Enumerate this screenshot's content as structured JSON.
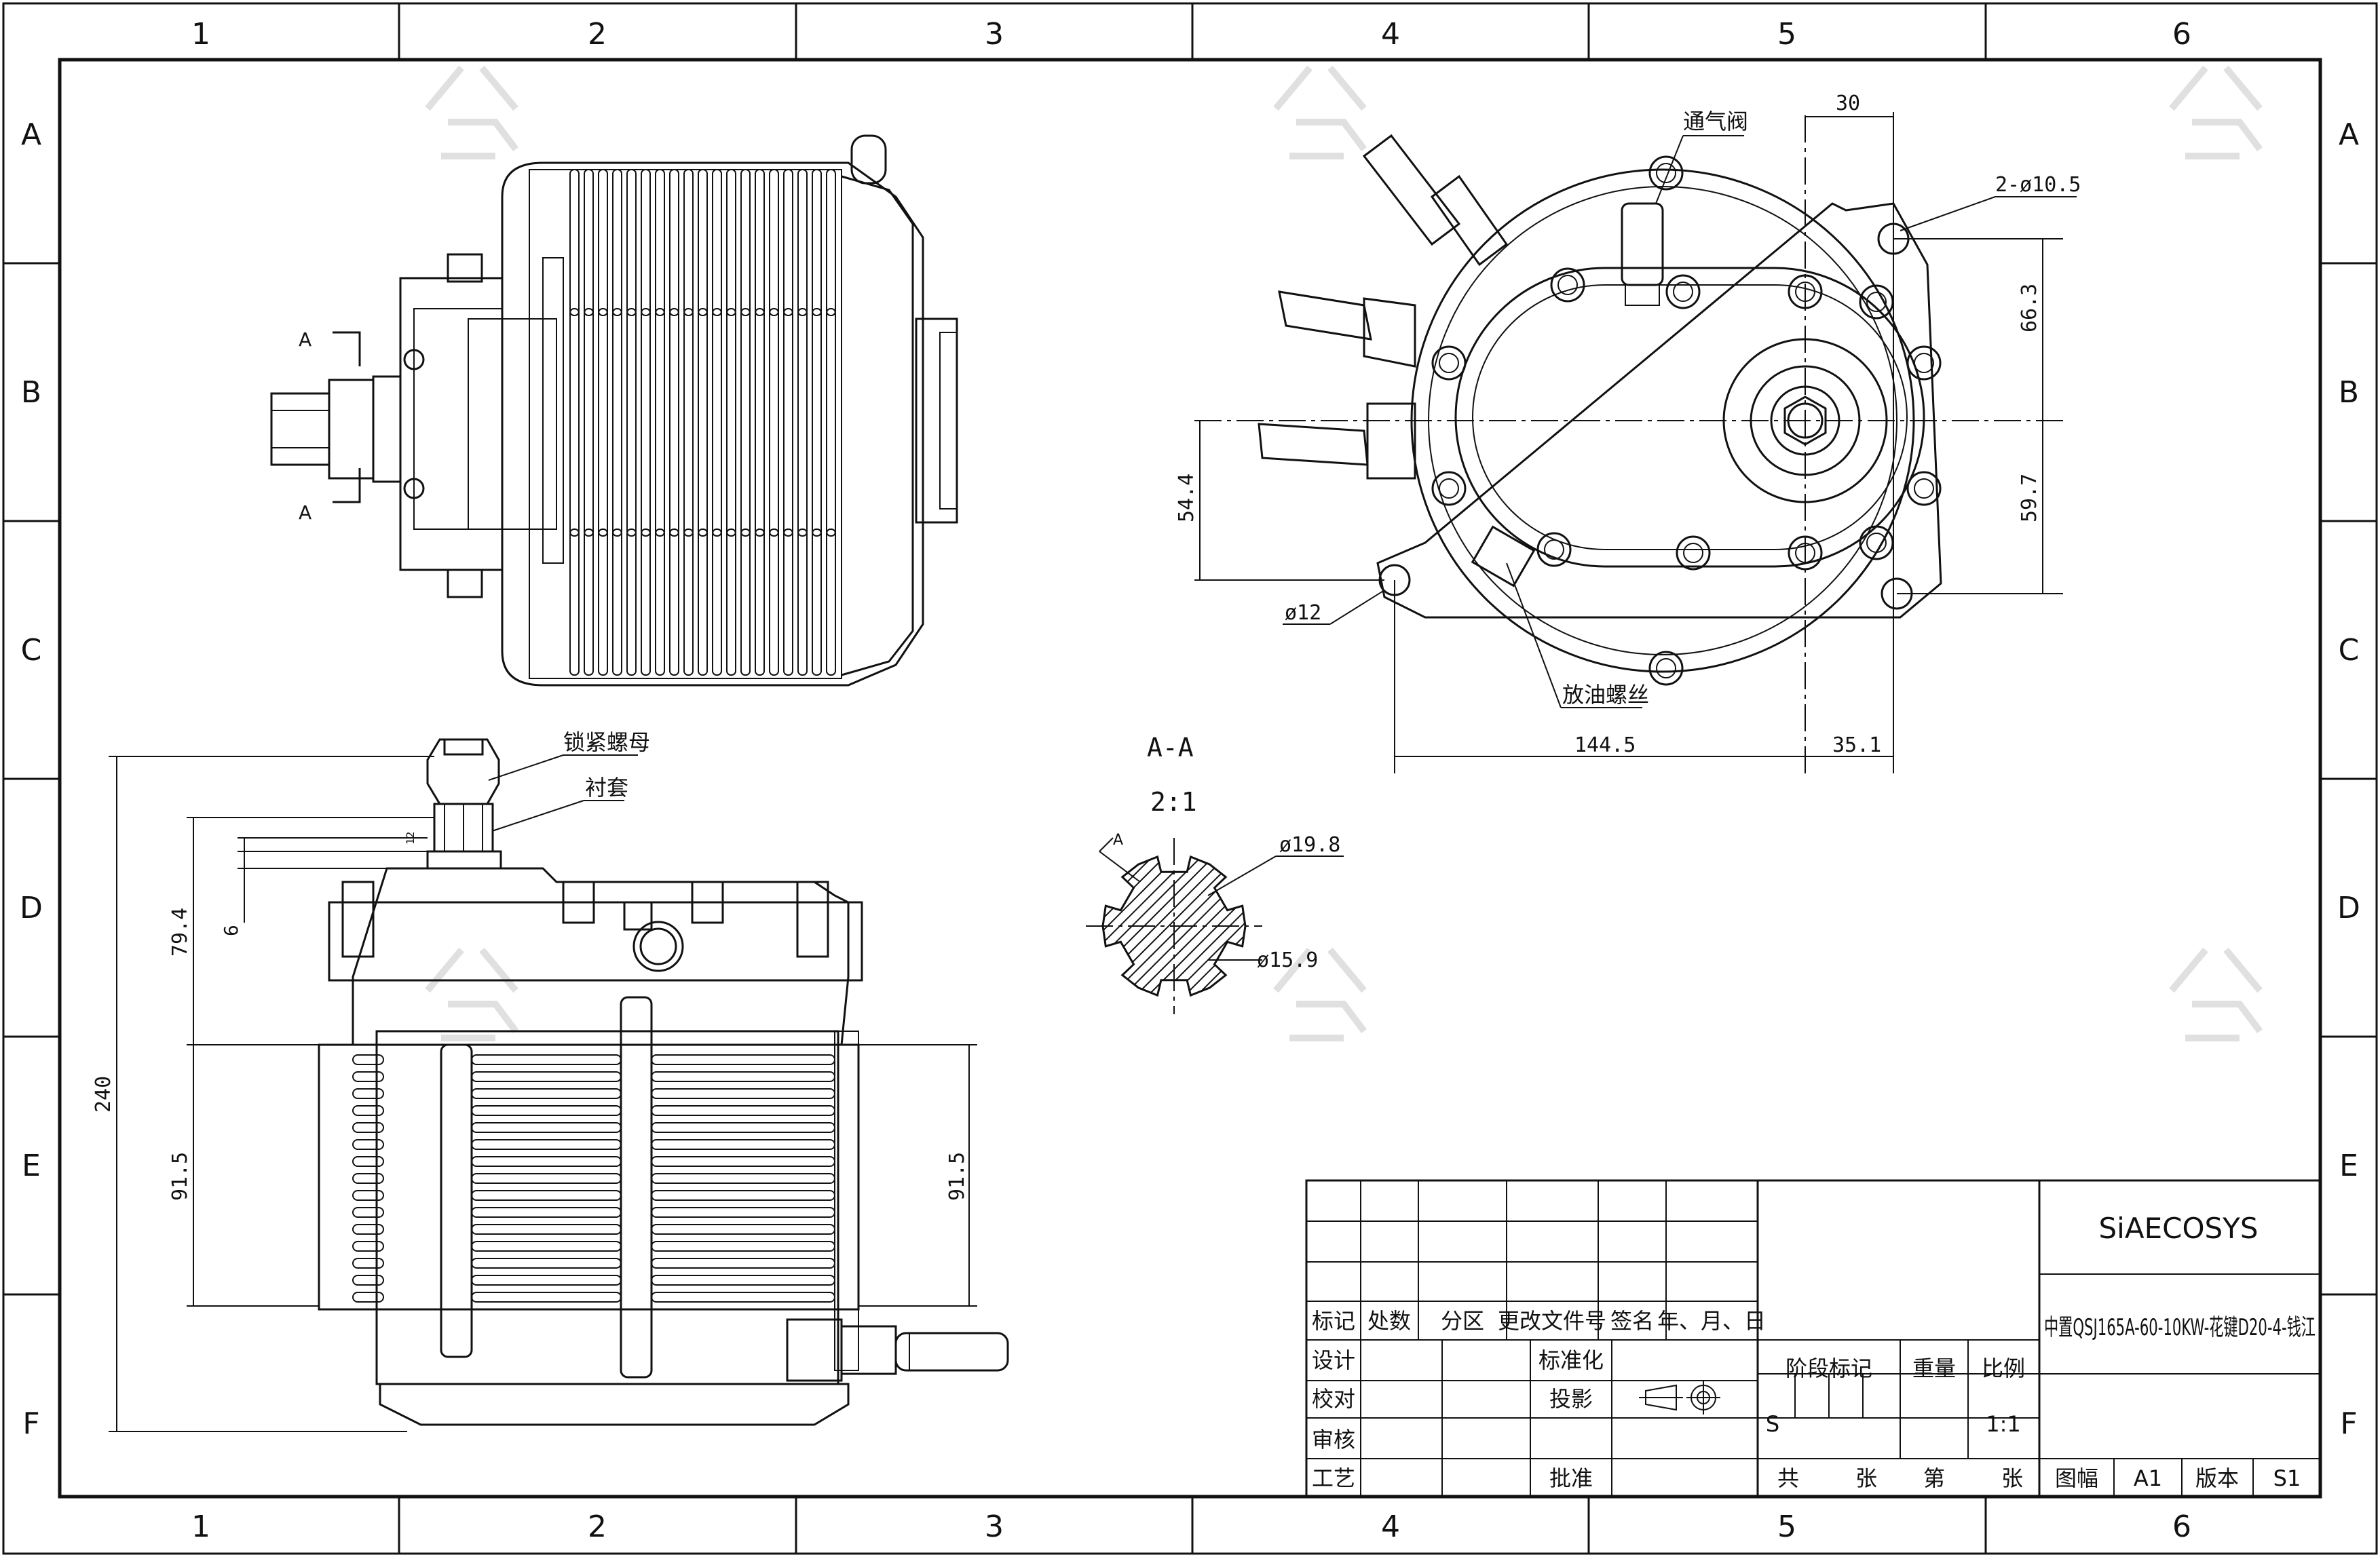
{
  "border": {
    "columns": [
      "1",
      "2",
      "3",
      "4",
      "5",
      "6"
    ],
    "rows": [
      "A",
      "B",
      "C",
      "D",
      "E",
      "F"
    ]
  },
  "views": {
    "side_view": {
      "section_mark": "A"
    },
    "front_view": {
      "labels": {
        "vent_valve": "通气阀",
        "drain_screw": "放油螺丝",
        "holes": "2-ø10.5"
      },
      "dims": {
        "d30": "30",
        "d66_3": "66.3",
        "d59_7": "59.7",
        "d54_4": "54.4",
        "d12": "ø12",
        "d144_5": "144.5",
        "d35_1": "35.1"
      }
    },
    "section": {
      "title": "A-A",
      "scale": "2:1",
      "d19_8": "ø19.8",
      "d15_9": "ø15.9",
      "mark": "A"
    },
    "bottom_view": {
      "labels": {
        "lock_nut": "锁紧螺母",
        "bushing": "衬套"
      },
      "dims": {
        "d240": "240",
        "d79_4": "79.4",
        "d6": "6",
        "d12": "12",
        "d91_5_left": "91.5",
        "d91_5_right": "91.5"
      }
    }
  },
  "title_block": {
    "headers": [
      "标记",
      "处数",
      "分区",
      "更改文件号",
      "签名",
      "年、月、日"
    ],
    "roles": [
      "设计",
      "校对",
      "审核",
      "工艺"
    ],
    "mid_labels": [
      "标准化",
      "投影",
      "",
      "批准"
    ],
    "company": "SiAECOSYS",
    "drawing_name": "中置QSJ165A-60-10KW-花键D20-4-钱江",
    "stage_label": "阶段标记",
    "weight_label": "重量",
    "ratio_label": "比例",
    "stage_value": "S",
    "ratio_value": "1:1",
    "bottom_row": [
      "共",
      "张",
      "第",
      "张"
    ],
    "sheet_size_label": "图幅",
    "sheet_size": "A1",
    "version_label": "版本",
    "version": "S1"
  }
}
